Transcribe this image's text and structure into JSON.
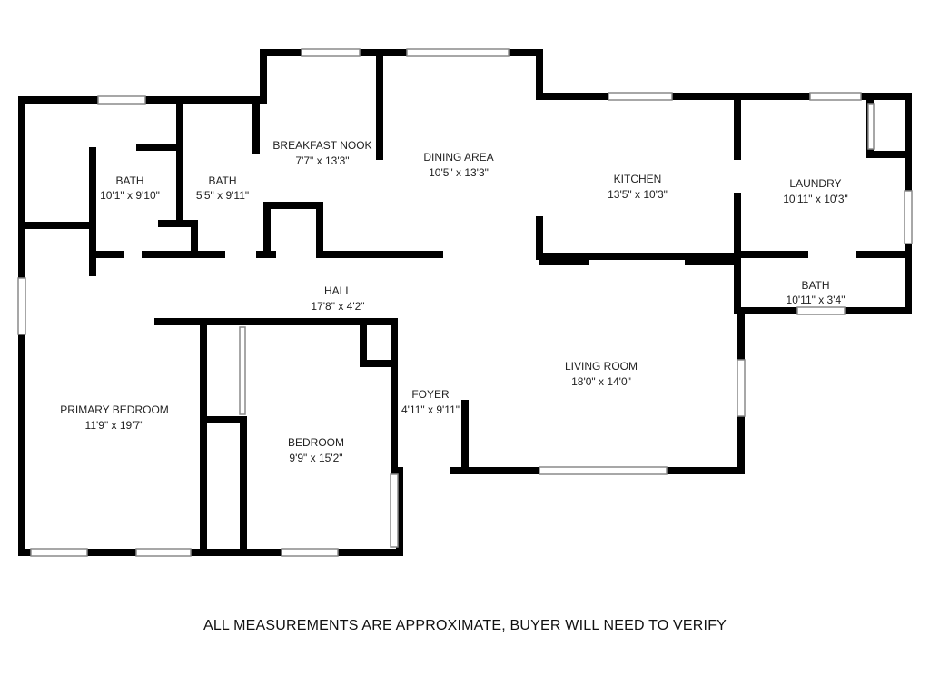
{
  "rooms": {
    "breakfast_nook": {
      "name": "BREAKFAST NOOK",
      "dims": "7'7\" x 13'3\""
    },
    "dining_area": {
      "name": "DINING AREA",
      "dims": "10'5\" x 13'3\""
    },
    "kitchen": {
      "name": "KITCHEN",
      "dims": "13'5\" x 10'3\""
    },
    "laundry": {
      "name": "LAUNDRY",
      "dims": "10'11\" x 10'3\""
    },
    "bath_1": {
      "name": "BATH",
      "dims": "10'1\" x 9'10\""
    },
    "bath_2": {
      "name": "BATH",
      "dims": "5'5\" x 9'11\""
    },
    "bath_3": {
      "name": "BATH",
      "dims": "10'11\" x 3'4\""
    },
    "hall": {
      "name": "HALL",
      "dims": "17'8\" x 4'2\""
    },
    "primary_bedroom": {
      "name": "PRIMARY BEDROOM",
      "dims": "11'9\" x 19'7\""
    },
    "bedroom": {
      "name": "BEDROOM",
      "dims": "9'9\" x 15'2\""
    },
    "foyer": {
      "name": "FOYER",
      "dims": "4'11\" x 9'11\""
    },
    "living_room": {
      "name": "LIVING ROOM",
      "dims": "18'0\" x 14'0\""
    }
  },
  "disclaimer": "ALL MEASUREMENTS ARE APPROXIMATE, BUYER WILL NEED TO VERIFY",
  "colors": {
    "wall": "#000000",
    "window": "#9a9a9a",
    "background": "#ffffff"
  }
}
